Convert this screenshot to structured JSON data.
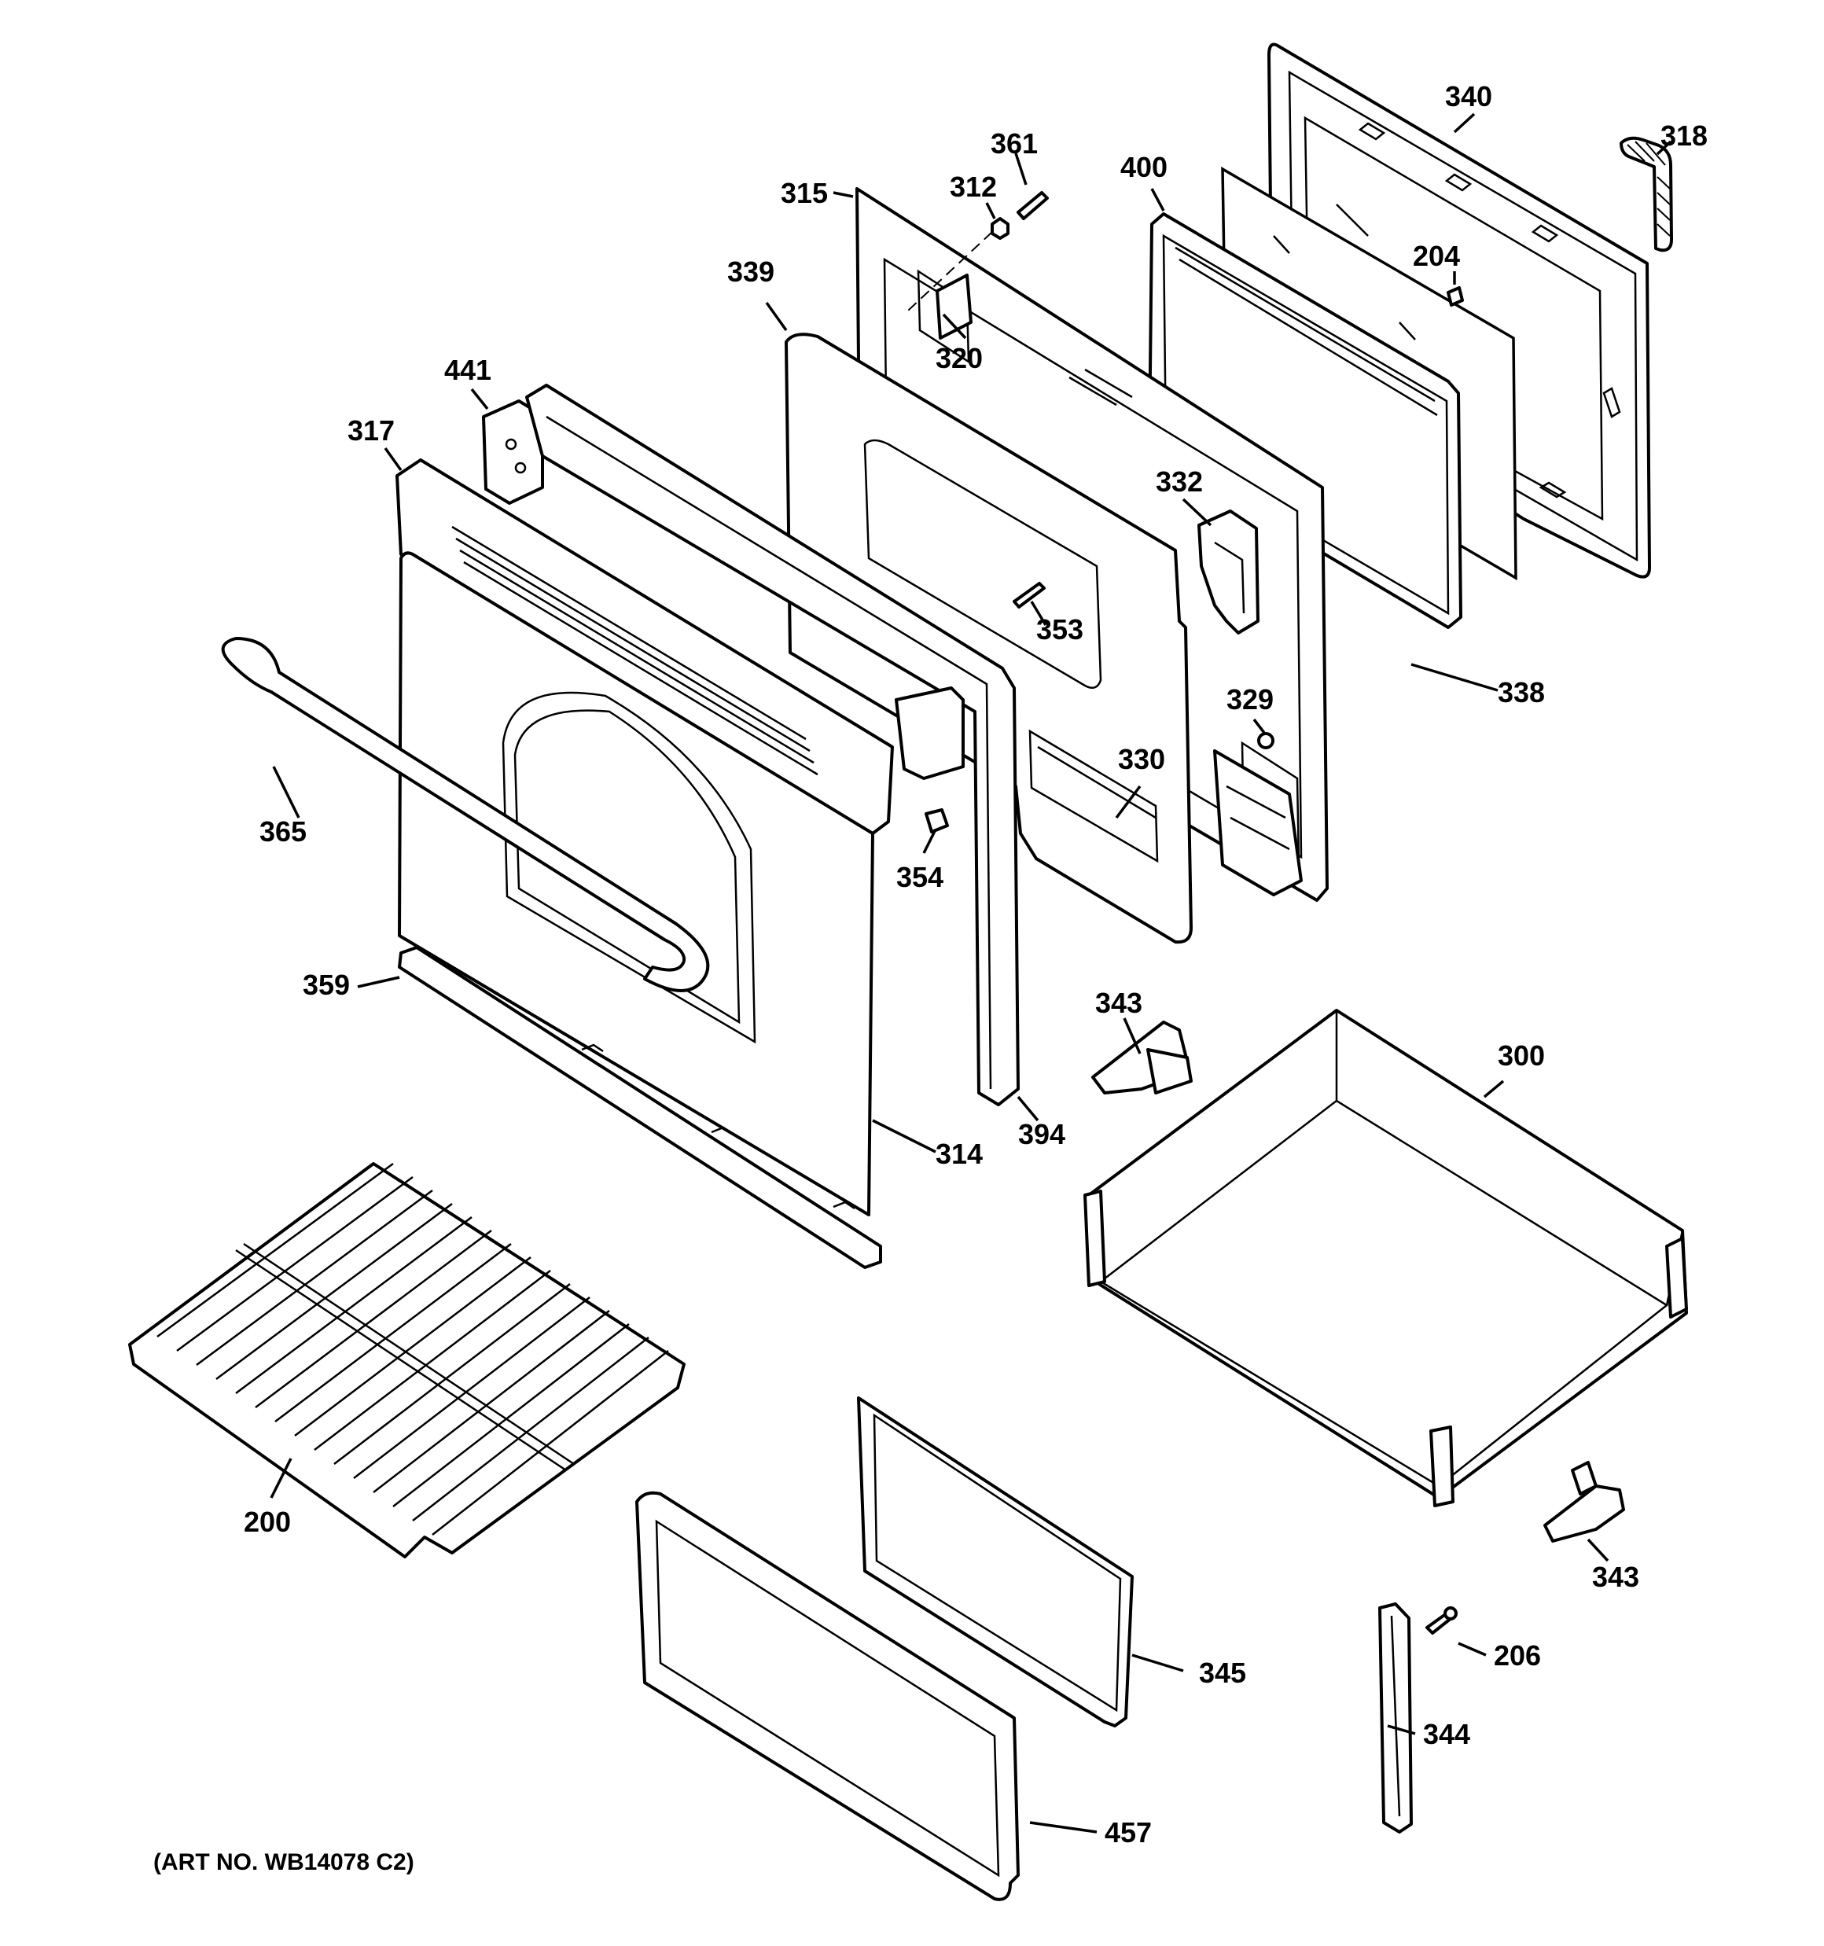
{
  "diagram": {
    "art_number": "(ART NO. WB14078 C2)",
    "labels": {
      "p340": "340",
      "p318": "318",
      "p361": "361",
      "p400": "400",
      "p315": "315",
      "p312": "312",
      "p204": "204",
      "p339": "339",
      "p320": "320",
      "p441": "441",
      "p317": "317",
      "p332": "332",
      "p353": "353",
      "p338": "338",
      "p329": "329",
      "p330": "330",
      "p365": "365",
      "p354": "354",
      "p359": "359",
      "p343a": "343",
      "p300": "300",
      "p394": "394",
      "p314": "314",
      "p200": "200",
      "p343b": "343",
      "p345": "345",
      "p206": "206",
      "p344": "344",
      "p457": "457"
    }
  }
}
